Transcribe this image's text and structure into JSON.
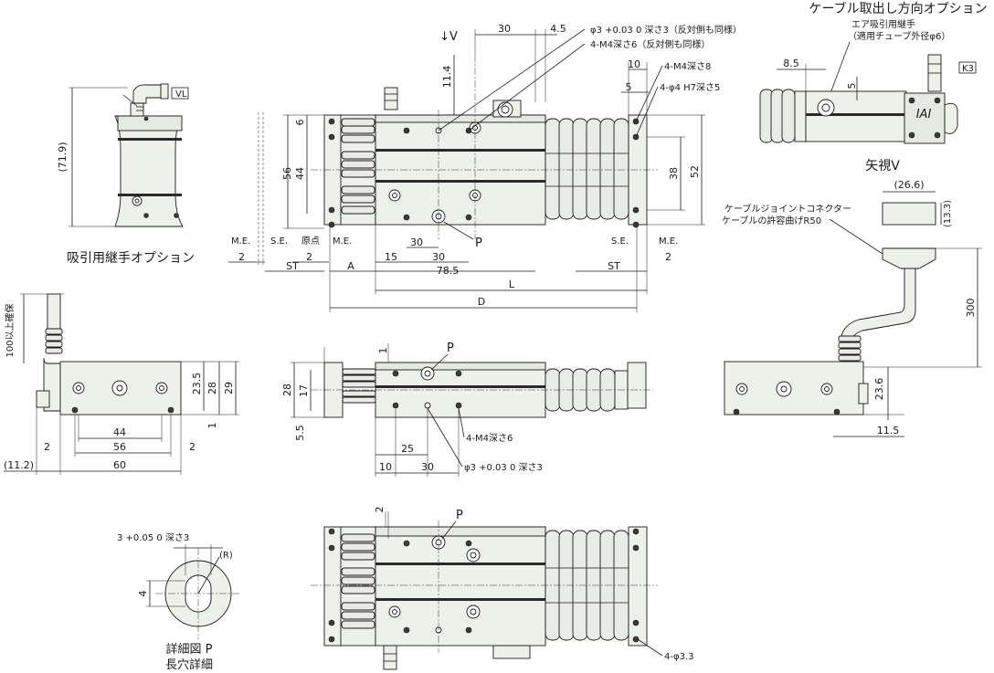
{
  "captions": {
    "suction_option": "吸引用継手オプション",
    "cable_option": "ケーブル取出し方向オプション",
    "view_v": "矢視V",
    "detail_p_1": "詳細図 P",
    "detail_p_2": "長穴詳細",
    "view_v_arrow": "↓V",
    "badge_vl": "VL",
    "badge_k3": "K3",
    "detail_p_mark": "P",
    "r_mark": "(R)"
  },
  "notes": {
    "air_fitting_1": "エア吸引用継手",
    "air_fitting_2": "（適用チューブ外径φ6）",
    "cable_joint_1": "ケーブルジョイントコネクター",
    "cable_joint_2": "ケーブルの許容曲げR50",
    "cable_margin": "100以上確保",
    "hole_pin": "φ3 +0.03 0 深さ3（反対側も同様）",
    "hole_m4_opp": "4-M4深さ6（反対側も同様）",
    "hole_m4_8": "4-M4深さ8",
    "hole_h7": "4-φ4 H7深さ5",
    "hole_m4_6": "4-M4深さ6",
    "hole_pin_b": "φ3 +0.03 0 深さ3",
    "hole_33": "4-φ3.3",
    "slot": "3 +0.05 0 深さ3"
  },
  "labels": {
    "me": "M.E.",
    "se": "S.E.",
    "origin": "原点",
    "st": "ST",
    "a": "A",
    "l": "L",
    "d": "D",
    "p": "P"
  },
  "dims": {
    "d30": "30",
    "d45": "4.5",
    "d114": "11.4",
    "d10": "10",
    "d5": "5",
    "d6": "6",
    "d56": "56",
    "d44": "44",
    "d38": "38",
    "d52": "52",
    "d2": "2",
    "d15": "15",
    "d785": "78.5",
    "d719": "(71.9)",
    "d85": "8.5",
    "d266": "(26.6)",
    "d133": "(13.3)",
    "d300": "300",
    "d236": "23.6",
    "d115": "11.5",
    "d235": "23.5",
    "d28": "28",
    "d29": "29",
    "d1": "1",
    "d60": "60",
    "d112": "(11.2)",
    "d17": "17",
    "d55": "5.5",
    "d25": "25",
    "d4": "4"
  }
}
